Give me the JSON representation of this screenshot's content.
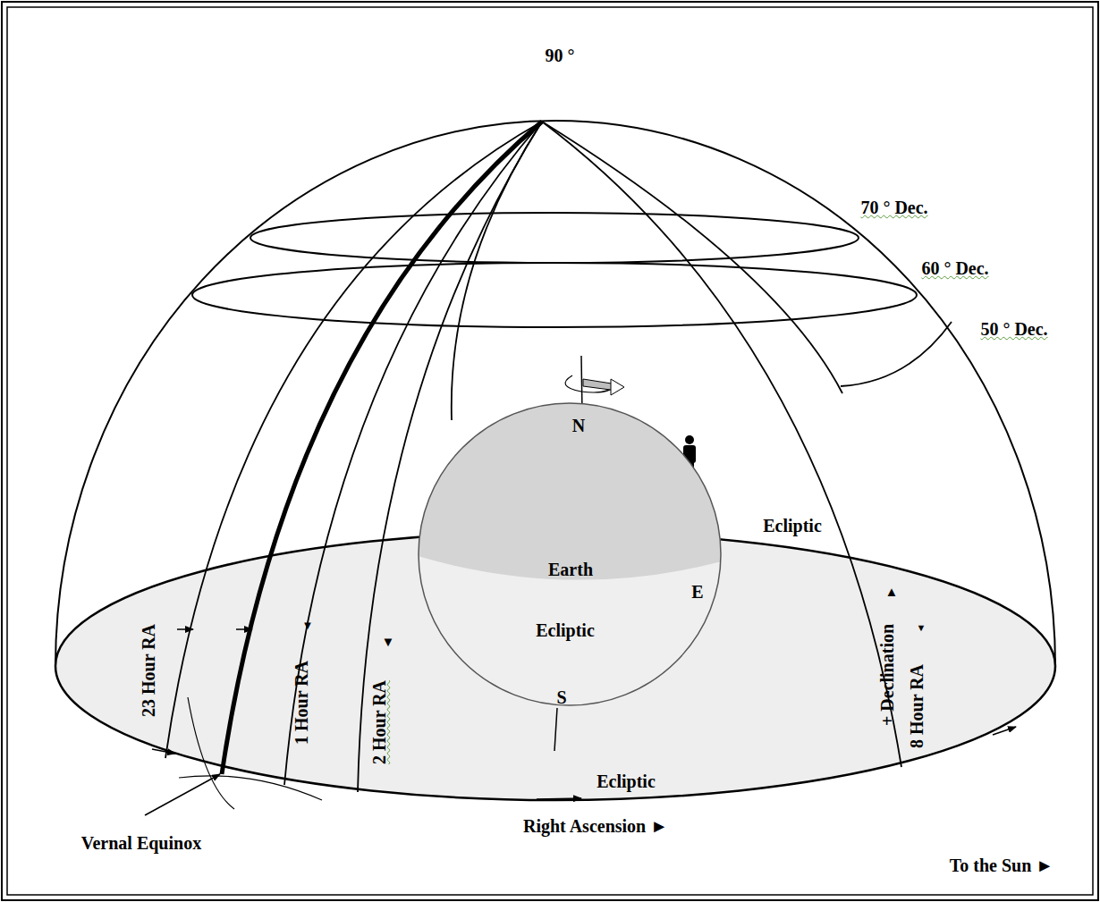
{
  "diagram": {
    "nodes": [
      {
        "text": [
          "N",
          "Earth",
          "Ecliptic",
          "E",
          "S"
        ]
      }
    ],
    "labels": [
      "90 °",
      "70 ° Dec.",
      "60 ° Dec.",
      "50 ° Dec.",
      "Ecliptic",
      "23 Hour RA",
      "1 Hour RA",
      "▼",
      "2 Hour RA",
      "▼",
      "+ Declination",
      "▲",
      "8 Hour RA",
      "▼",
      "Ecliptic",
      "Right Ascension ►",
      "Vernal Equinox",
      "To the Sun ►"
    ]
  }
}
